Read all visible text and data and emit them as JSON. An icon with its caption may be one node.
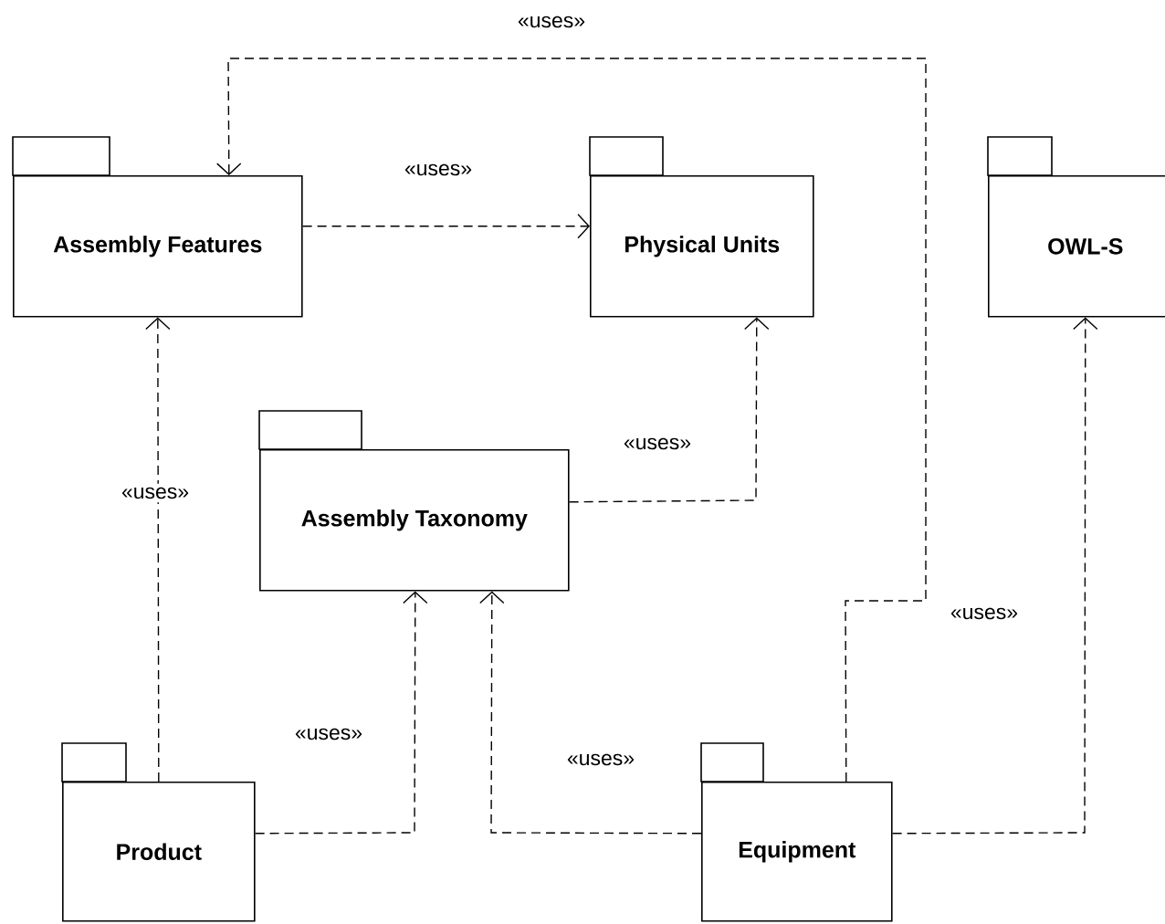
{
  "diagram": {
    "nodes": [
      {
        "text": [
          "Assembly Features"
        ]
      },
      {
        "text": [
          "Physical Units"
        ]
      },
      {
        "text": [
          "OWL-S"
        ]
      },
      {
        "text": [
          "Assembly Taxonomy"
        ]
      },
      {
        "text": [
          "Product"
        ]
      },
      {
        "text": [
          "Equipment"
        ]
      }
    ],
    "edges": [
      {
        "from": 5,
        "to": 0,
        "arrow": "to",
        "style": "dashed",
        "label": "«uses»"
      },
      {
        "from": 0,
        "to": 1,
        "arrow": "to",
        "style": "dashed",
        "label": "«uses»"
      },
      {
        "from": 3,
        "to": 1,
        "arrow": "to",
        "style": "dashed",
        "label": "«uses»"
      },
      {
        "from": 4,
        "to": 0,
        "arrow": "to",
        "style": "dashed",
        "label": "«uses»"
      },
      {
        "from": 4,
        "to": 3,
        "arrow": "to",
        "style": "dashed",
        "label": "«uses»"
      },
      {
        "from": 5,
        "to": 3,
        "arrow": "to",
        "style": "dashed",
        "label": "«uses»"
      },
      {
        "from": 5,
        "to": 2,
        "arrow": "to",
        "style": "dashed",
        "label": "«uses»"
      }
    ]
  }
}
